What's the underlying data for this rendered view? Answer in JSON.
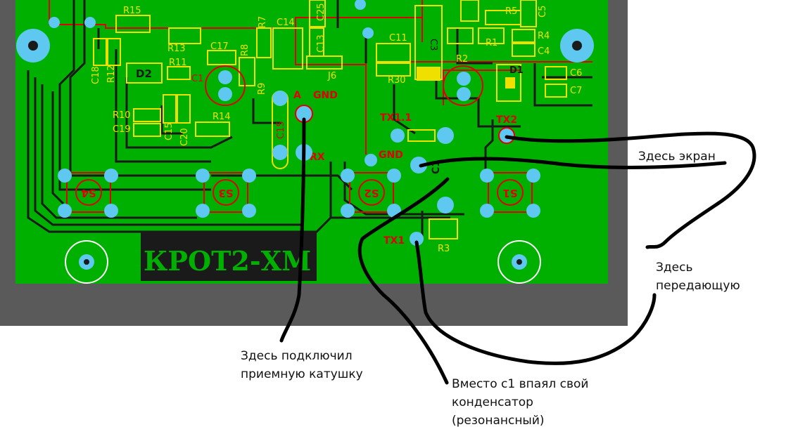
{
  "board": {
    "title": "КРОТ2-ХМ",
    "colors": {
      "board": "#00b000",
      "frame": "#5a5a5a",
      "copper": "#1a1a1a",
      "trace_red": "#e00000",
      "silk": "#f0e000",
      "pad": "#5ec8f0",
      "hole_ring": "#ffffff",
      "wire": "#000000",
      "annotation": "#111111"
    },
    "components": [
      "R15",
      "R13",
      "C14",
      "C25",
      "R5",
      "C5",
      "R4",
      "C4",
      "C18",
      "R12",
      "D2",
      "R11",
      "C1",
      "C17",
      "R8",
      "R7",
      "C13",
      "J6",
      "C11",
      "C3",
      "R2",
      "R1",
      "R30",
      "D1",
      "C6",
      "C7",
      "R9",
      "R10",
      "C19",
      "C15",
      "C20",
      "R14",
      "C15",
      "R3"
    ],
    "pad_labels": [
      "GND",
      "A",
      "RX",
      "TX1.1",
      "GND",
      "TX2",
      "TX1",
      "C1"
    ],
    "switch_labels": [
      "S4",
      "S3",
      "S2",
      "S1"
    ]
  },
  "annotations": {
    "screen": "Здесь экран",
    "transmit": [
      "Здесь",
      "передающую"
    ],
    "receive": [
      "Здесь подключил",
      "приемную катушку"
    ],
    "capacitor": [
      "Вместо с1 впаял свой",
      "конденсатор",
      "(резонансный)"
    ]
  }
}
